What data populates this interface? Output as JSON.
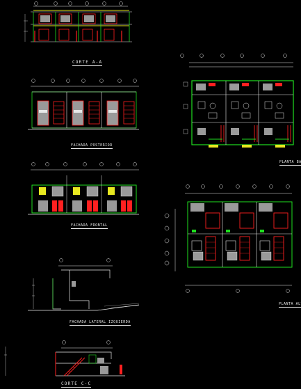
{
  "drawing": {
    "labels": {
      "section_aa": "CORTE A-A",
      "rear_elevation": "FACHADA POSTERIOR",
      "front_elevation": "FACHADA FRONTAL",
      "left_elevation": "FACHADA LATERAL IZQUIERDA",
      "section_cc": "CORTE C-C",
      "upper_plan": "PLANTA ALTA",
      "lower_plan": "PLANTA BAJA"
    },
    "colors": {
      "background": "#000000",
      "lines": "#e8e8e8",
      "walls": "#ff2020",
      "green": "#20e020",
      "yellow": "#e8e820",
      "gray": "#9a9a9a",
      "cyan": "#00ffff",
      "blue": "#4060ff"
    }
  }
}
